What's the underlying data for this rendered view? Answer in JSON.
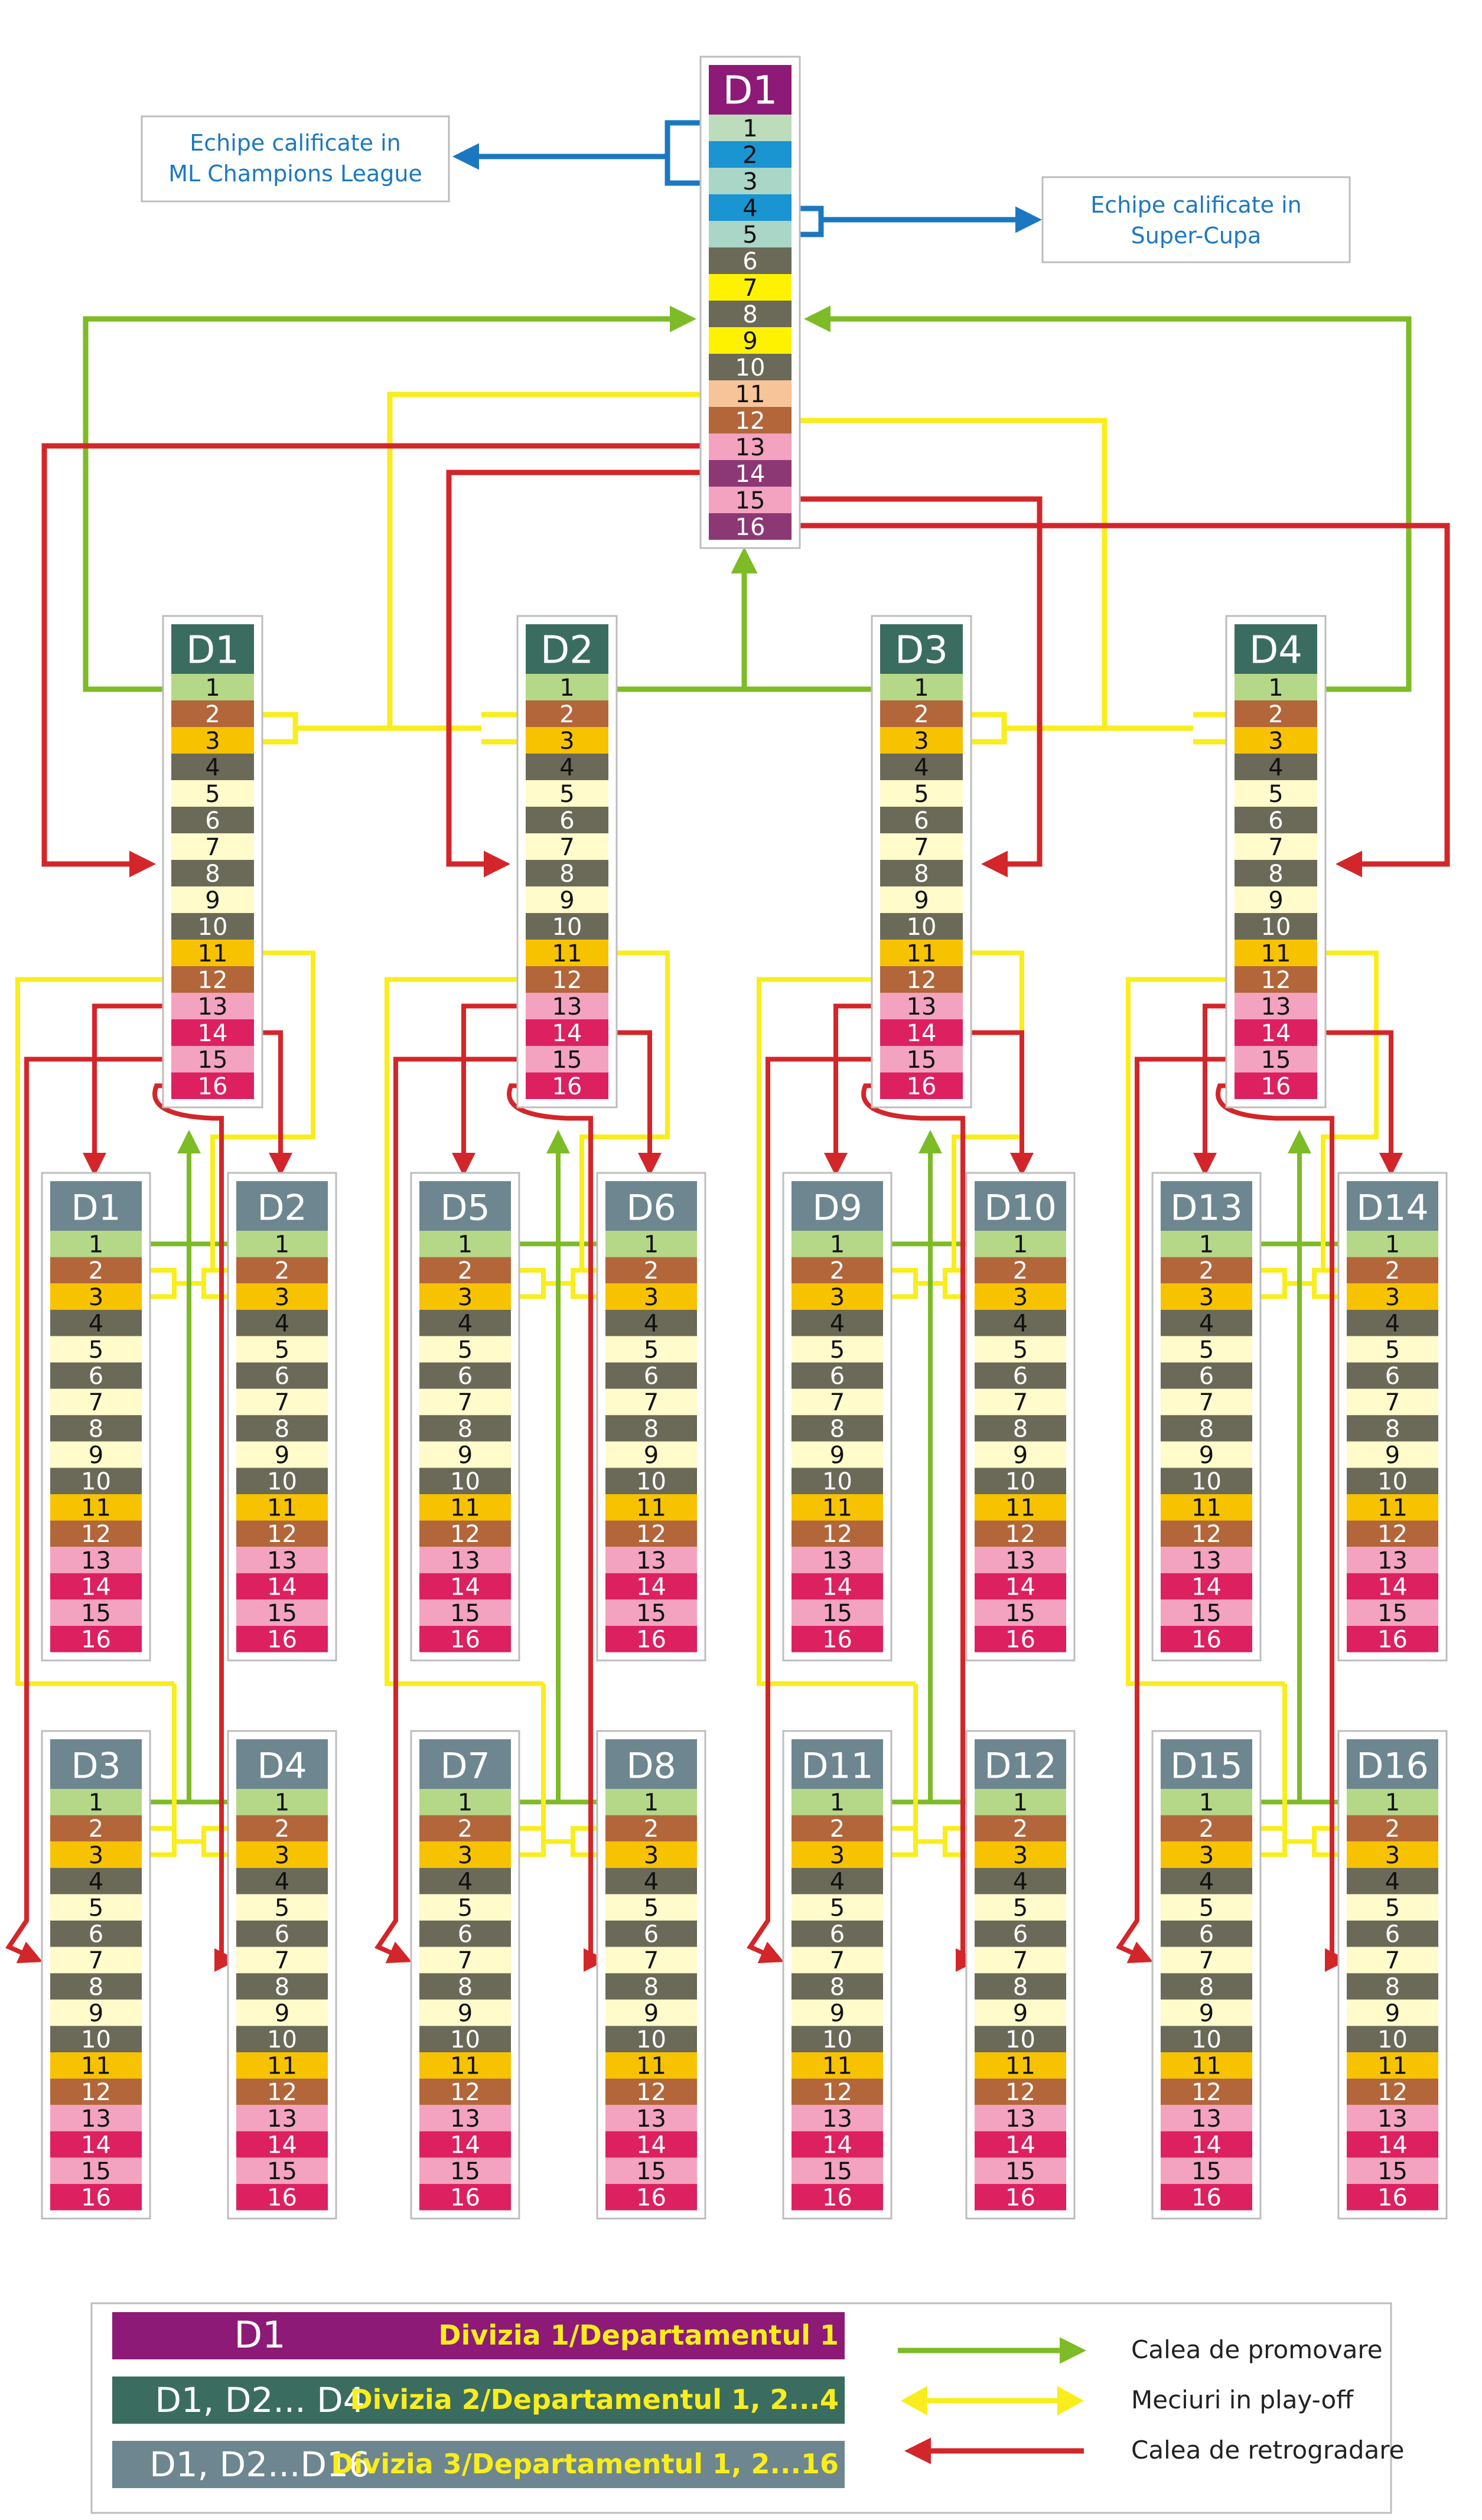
{
  "callout_left": {
    "line1": "Echipe calificate in",
    "line2": "ML Champions League",
    "color": "#1b78c0"
  },
  "callout_right": {
    "line1": "Echipe calificate in",
    "line2": "Super-Cupa",
    "color": "#1b78c0"
  },
  "colors": {
    "promotion": "#7dbb27",
    "playoff": "#f9ed1d",
    "relegation": "#d3262a",
    "qualify": "#1b78c0",
    "div1_header": "#8e1a77",
    "div2_header": "#3b6c60",
    "div3_header": "#6d8690"
  },
  "div1_rows": [
    "1",
    "2",
    "3",
    "4",
    "5",
    "6",
    "7",
    "8",
    "9",
    "10",
    "11",
    "12",
    "13",
    "14",
    "15",
    "16"
  ],
  "div1_row_colors": [
    "#bcdcbc",
    "#1b94d2",
    "#a9d6c6",
    "#1b94d2",
    "#a9d6c6",
    "#6b6a58",
    "#fff200",
    "#6b6a58",
    "#fff200",
    "#6b6a58",
    "#f7c499",
    "#b2663a",
    "#f3a2c0",
    "#8c3875",
    "#f3a2c0",
    "#8c3875"
  ],
  "div2_row_colors": [
    "#b5d788",
    "#b2663a",
    "#f7c200",
    "#6b6a58",
    "#fffbcb",
    "#6b6a58",
    "#fffbcb",
    "#6b6a58",
    "#fffbcb",
    "#6b6a58",
    "#f7c200",
    "#b2663a",
    "#f3a2c0",
    "#dc2060",
    "#f3a2c0",
    "#dc2060"
  ],
  "div3_row_colors": [
    "#b5d788",
    "#b2663a",
    "#f7c200",
    "#6b6a58",
    "#fffbcb",
    "#6b6a58",
    "#fffbcb",
    "#6b6a58",
    "#fffbcb",
    "#6b6a58",
    "#f7c200",
    "#b2663a",
    "#f3a2c0",
    "#dc2060",
    "#f3a2c0",
    "#dc2060"
  ],
  "dark_rows": [
    6,
    8,
    10
  ],
  "div1": {
    "header": "D1"
  },
  "div2": [
    {
      "header": "D1"
    },
    {
      "header": "D2"
    },
    {
      "header": "D3"
    },
    {
      "header": "D4"
    }
  ],
  "div3": [
    {
      "header": "D1"
    },
    {
      "header": "D2"
    },
    {
      "header": "D5"
    },
    {
      "header": "D6"
    },
    {
      "header": "D9"
    },
    {
      "header": "D10"
    },
    {
      "header": "D13"
    },
    {
      "header": "D14"
    },
    {
      "header": "D3"
    },
    {
      "header": "D4"
    },
    {
      "header": "D7"
    },
    {
      "header": "D8"
    },
    {
      "header": "D11"
    },
    {
      "header": "D12"
    },
    {
      "header": "D15"
    },
    {
      "header": "D16"
    }
  ],
  "legend": {
    "div1": {
      "badge": "D1",
      "text": "Divizia 1/Departamentul 1"
    },
    "div2": {
      "badge": "D1, D2... D4",
      "text": "Divizia 2/Departamentul 1, 2...4"
    },
    "div3": {
      "badge": "D1, D2...D16",
      "text": "Divizia 3/Departamentul 1, 2...16"
    },
    "promotion": "Calea de promovare",
    "playoff": "Meciuri in play-off",
    "relegation": "Calea de retrogradare"
  }
}
